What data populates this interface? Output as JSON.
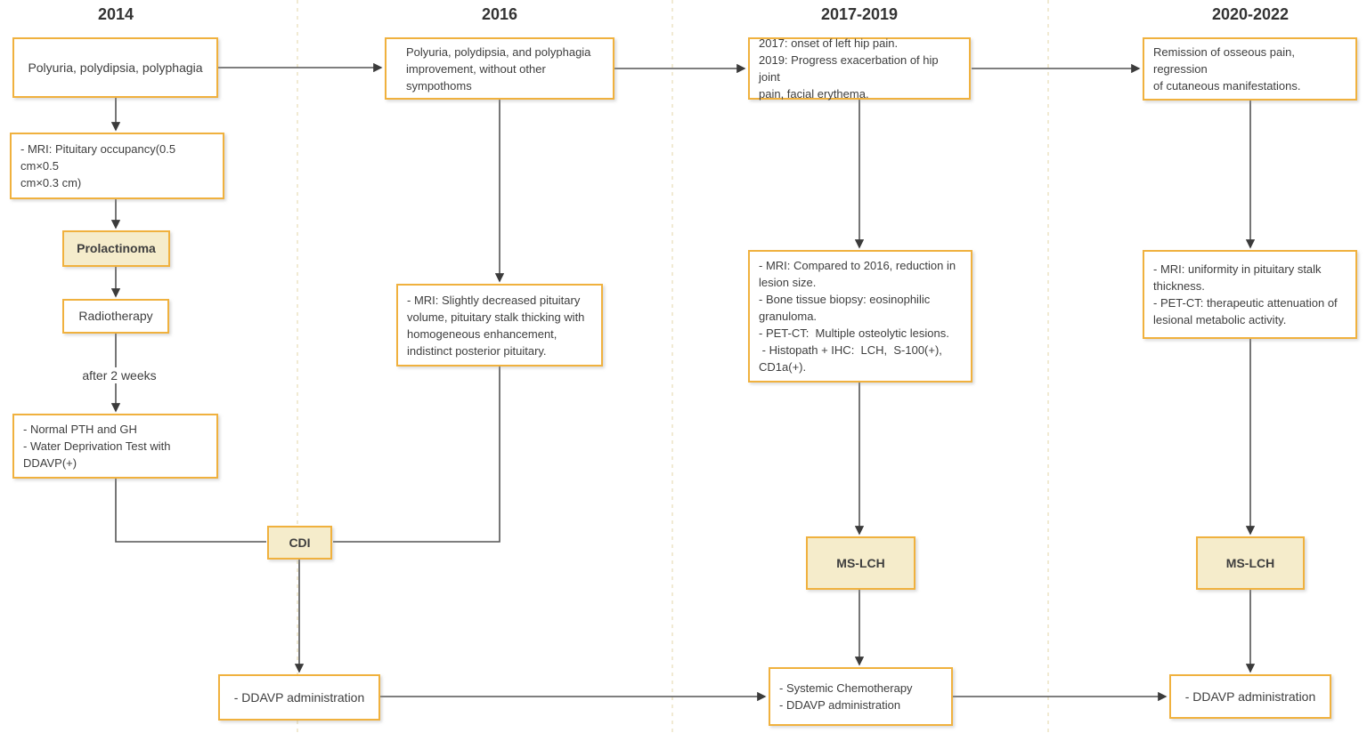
{
  "colors": {
    "box_border": "#F0B13E",
    "accent_fill": "#F5ECCB",
    "box_fill": "#FFFFFF",
    "text": "#3E3E3E",
    "connector": "#545454",
    "separator": "#F1EAD3",
    "background": "#FFFFFF"
  },
  "columns": [
    {
      "header": "2014",
      "nodes": {
        "symptoms": "Polyuria, polydipsia, polyphagia",
        "mri": "- MRI: Pituitary occupancy(0.5 cm×0.5\ncm×0.3 cm)",
        "diagnosis1": "Prolactinoma",
        "treatment1": "Radiotherapy",
        "edge_label": "after 2 weeks",
        "tests": "- Normal PTH and GH\n- Water Deprivation Test with\nDDAVP(+)",
        "diagnosis2": "CDI",
        "treatment2": "- DDAVP administration"
      }
    },
    {
      "header": "2016",
      "nodes": {
        "symptoms": "Polyuria, polydipsia, and polyphagia\nimprovement, without other sympothoms",
        "mri": "- MRI: Slightly decreased pituitary\nvolume, pituitary stalk thicking with\nhomogeneous enhancement,\nindistinct posterior pituitary."
      }
    },
    {
      "header": "2017-2019",
      "nodes": {
        "symptoms": "2017: onset of left hip pain.\n2019: Progress exacerbation of hip joint\npain, facial erythema.",
        "workup": "- MRI: Compared to 2016, reduction in\nlesion size.\n- Bone tissue biopsy: eosinophilic\ngranuloma.\n- PET-CT:  Multiple osteolytic lesions.\n - Histopath + IHC:  LCH,  S-100(+),\nCD1a(+).",
        "diagnosis": "MS-LCH",
        "treatment": "- Systemic Chemotherapy\n- DDAVP administration"
      }
    },
    {
      "header": "2020-2022",
      "nodes": {
        "symptoms": "Remission of osseous pain,  regression\nof cutaneous manifestations.",
        "workup": "- MRI: uniformity in pituitary stalk\nthickness.\n- PET-CT: therapeutic attenuation of\nlesional metabolic activity.",
        "diagnosis": "MS-LCH",
        "treatment": "- DDAVP administration"
      }
    }
  ]
}
